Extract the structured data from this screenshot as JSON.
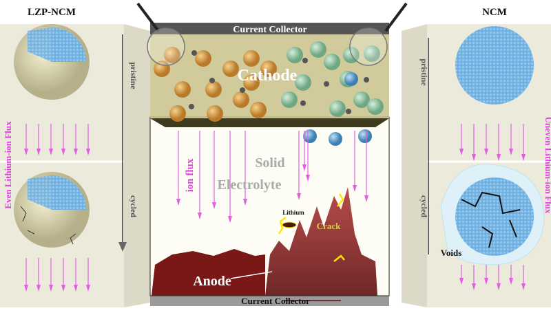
{
  "left_panel": {
    "title": "LZP-NCM",
    "side_label": "Even Lithium-ion Flux",
    "state_pristine": "pristine",
    "state_cycled": "cycled"
  },
  "right_panel": {
    "title": "NCM",
    "side_label": "Uneven Lithium-ion Flux",
    "state_pristine": "pristine",
    "state_cycled": "cycled",
    "voids_label": "Voids"
  },
  "center": {
    "top_collector": "Current Collector",
    "cathode": "Cathode",
    "electrolyte_line1": "Solid",
    "electrolyte_line2": "Electrolyte",
    "ion_flux": "ion flux",
    "lithium": "Lithium",
    "crack": "Crack",
    "anode": "Anode",
    "bottom_collector": "Current Collector"
  },
  "colors": {
    "flux": "#e060e0",
    "particle_orange": "#d9a24a",
    "particle_green": "#9cc9a8",
    "particle_blue": "#5b9fcf",
    "anode": "#8b1e1e",
    "panel": "#eceadb"
  }
}
